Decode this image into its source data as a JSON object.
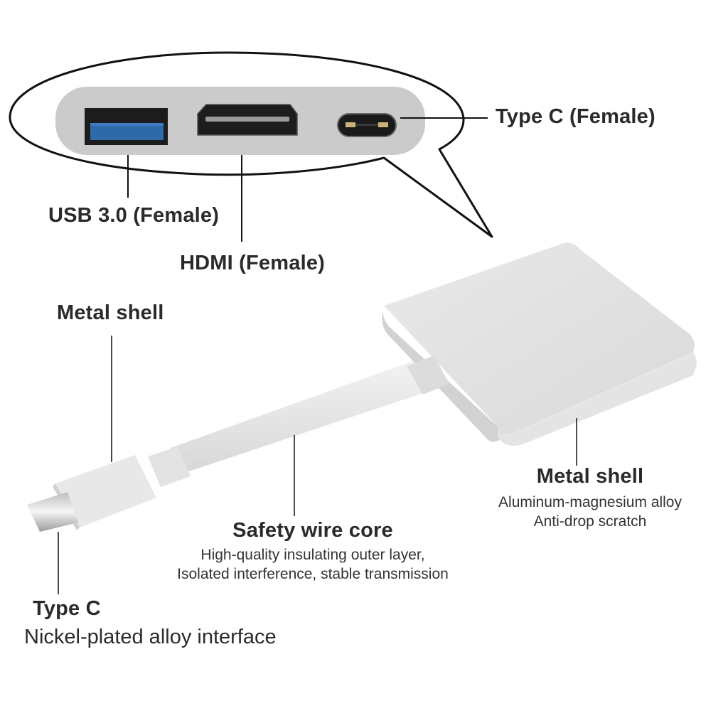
{
  "callout": {
    "port_usb": "USB 3.0 (Female)",
    "port_hdmi": "HDMI (Female)",
    "port_typec": "Type C (Female)"
  },
  "labels": {
    "metal_shell_left": {
      "title": "Metal shell"
    },
    "metal_shell_right": {
      "title": "Metal shell",
      "lines": [
        "Aluminum-magnesium alloy",
        "Anti-drop scratch"
      ]
    },
    "wire_core": {
      "title": "Safety wire core",
      "lines": [
        "High-quality insulating outer layer,",
        "Isolated interference, stable transmission"
      ]
    },
    "type_c": {
      "title": "Type C",
      "lines": [
        "Nickel-plated alloy interface"
      ]
    }
  },
  "colors": {
    "usb_blue": "#2f6aa8",
    "shell_gray": "#cfcfcf",
    "body_white": "#e6e6e6",
    "outline": "#111111"
  }
}
